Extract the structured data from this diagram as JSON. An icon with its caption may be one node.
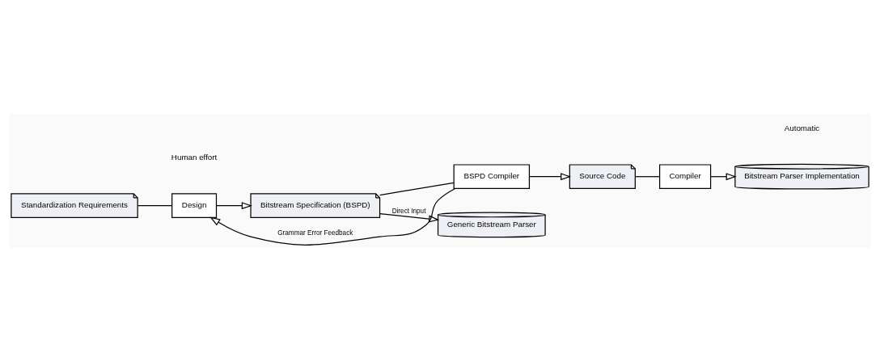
{
  "diagram": {
    "nodes": [
      {
        "text": [
          "Standardization Requirements"
        ]
      },
      {
        "text": [
          "Design"
        ]
      },
      {
        "text": [
          "Bitstream Specification (BSPD)"
        ]
      },
      {
        "text": [
          "BSPD Compiler"
        ]
      },
      {
        "text": [
          "Source Code"
        ]
      },
      {
        "text": [
          "Compiler"
        ]
      },
      {
        "text": [
          "Bitstream Parser Implementation"
        ]
      },
      {
        "text": [
          "Generic Bitstream Parser"
        ]
      }
    ],
    "edges": [
      {
        "from": 0,
        "to": 1,
        "arrow": "none"
      },
      {
        "from": 1,
        "to": 2,
        "arrow": "to"
      },
      {
        "from": 2,
        "to": 3,
        "arrow": "none"
      },
      {
        "from": 3,
        "to": 1,
        "arrow": "to",
        "label": "Grammar Error Feedback"
      },
      {
        "from": 3,
        "to": 4,
        "arrow": "to"
      },
      {
        "from": 4,
        "to": 5,
        "arrow": "none"
      },
      {
        "from": 5,
        "to": 6,
        "arrow": "to"
      },
      {
        "from": 2,
        "to": 7,
        "arrow": "to",
        "label": "Direct Input"
      }
    ],
    "labels": [
      "Human effort",
      "Automatic"
    ]
  }
}
